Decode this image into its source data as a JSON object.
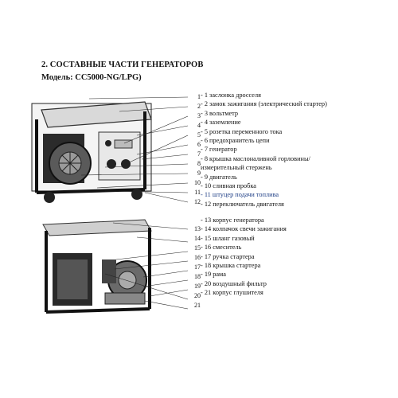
{
  "heading": "2. СОСТАВНЫЕ ЧАСТИ ГЕНЕРАТОРОВ",
  "model": "Модель: CC5000-NG/LPG)",
  "figure1": {
    "callouts": [
      "1",
      "2",
      "3",
      "4",
      "5",
      "6",
      "7",
      "8",
      "9",
      "10",
      "11",
      "12"
    ]
  },
  "figure2": {
    "callouts": [
      "13",
      "14",
      "15",
      "16",
      "17",
      "18",
      "19",
      "20",
      "21"
    ]
  },
  "legend1": [
    "- 1 заслонка дросселя",
    "- 2 замок зажигания (электрический стартер)",
    "- 3 вольтметр",
    "- 4 заземление",
    "- 5 розетка переменного тока",
    "- 6 предохранитель цепи",
    "- 7 генератор",
    "- 8 крышка маслоналивной горловины/",
    "измерительный стержень",
    "- 9 двигатель",
    "- 10 сливная пробка",
    "- 11 штуцер подачи топлива",
    "- 12 переключатель двигателя"
  ],
  "legend2": [
    "- 13 корпус генератора",
    "- 14 колпачок свечи зажигания",
    "- 15 шланг газовый",
    "- 16 смеситель",
    "- 17 ручка стартера",
    "- 18 крышка стартера",
    "- 19 рама",
    "- 20 воздушный фильтр",
    "- 21 корпус глушителя"
  ],
  "colors": {
    "highlight_text": "#1f3f86"
  }
}
